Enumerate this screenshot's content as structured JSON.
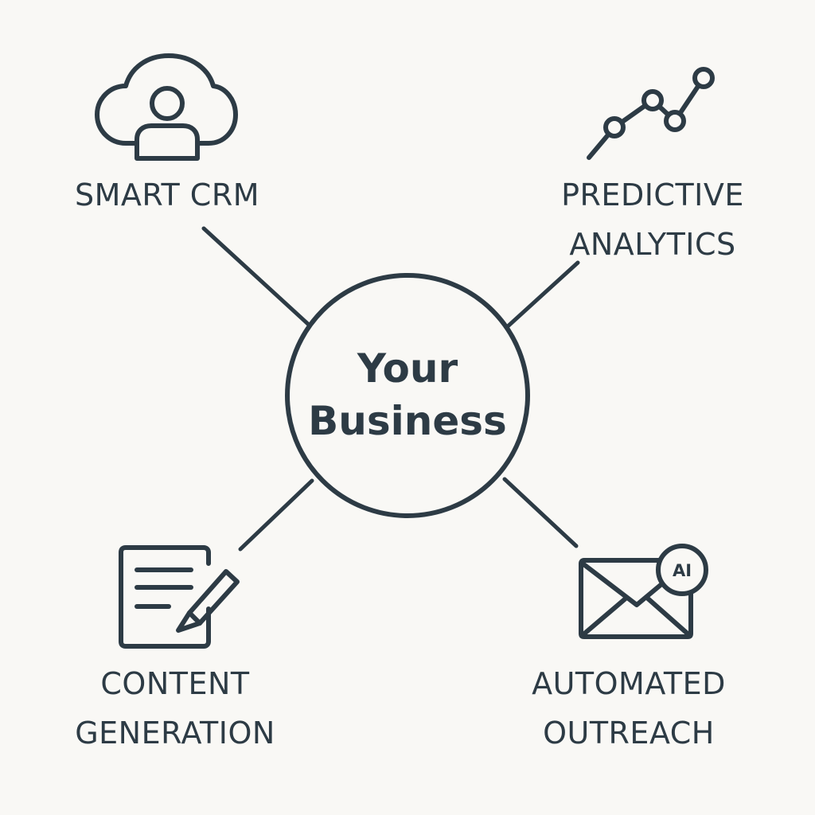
{
  "center": {
    "line1": "Your",
    "line2": "Business"
  },
  "nodes": {
    "smart_crm": {
      "label": "SMART CRM",
      "icon": "cloud-user-icon"
    },
    "predictive_analytics": {
      "line1": "PREDICTIVE",
      "line2": "ANALYTICS",
      "icon": "line-chart-icon"
    },
    "content_generation": {
      "line1": "CONTENT",
      "line2": "GENERATION",
      "icon": "document-pencil-icon"
    },
    "automated_outreach": {
      "line1": "AUTOMATED",
      "line2": "OUTREACH",
      "icon": "ai-envelope-icon",
      "badge": "AI"
    }
  },
  "colors": {
    "ink": "#2d3b45",
    "background": "#f9f8f5"
  }
}
